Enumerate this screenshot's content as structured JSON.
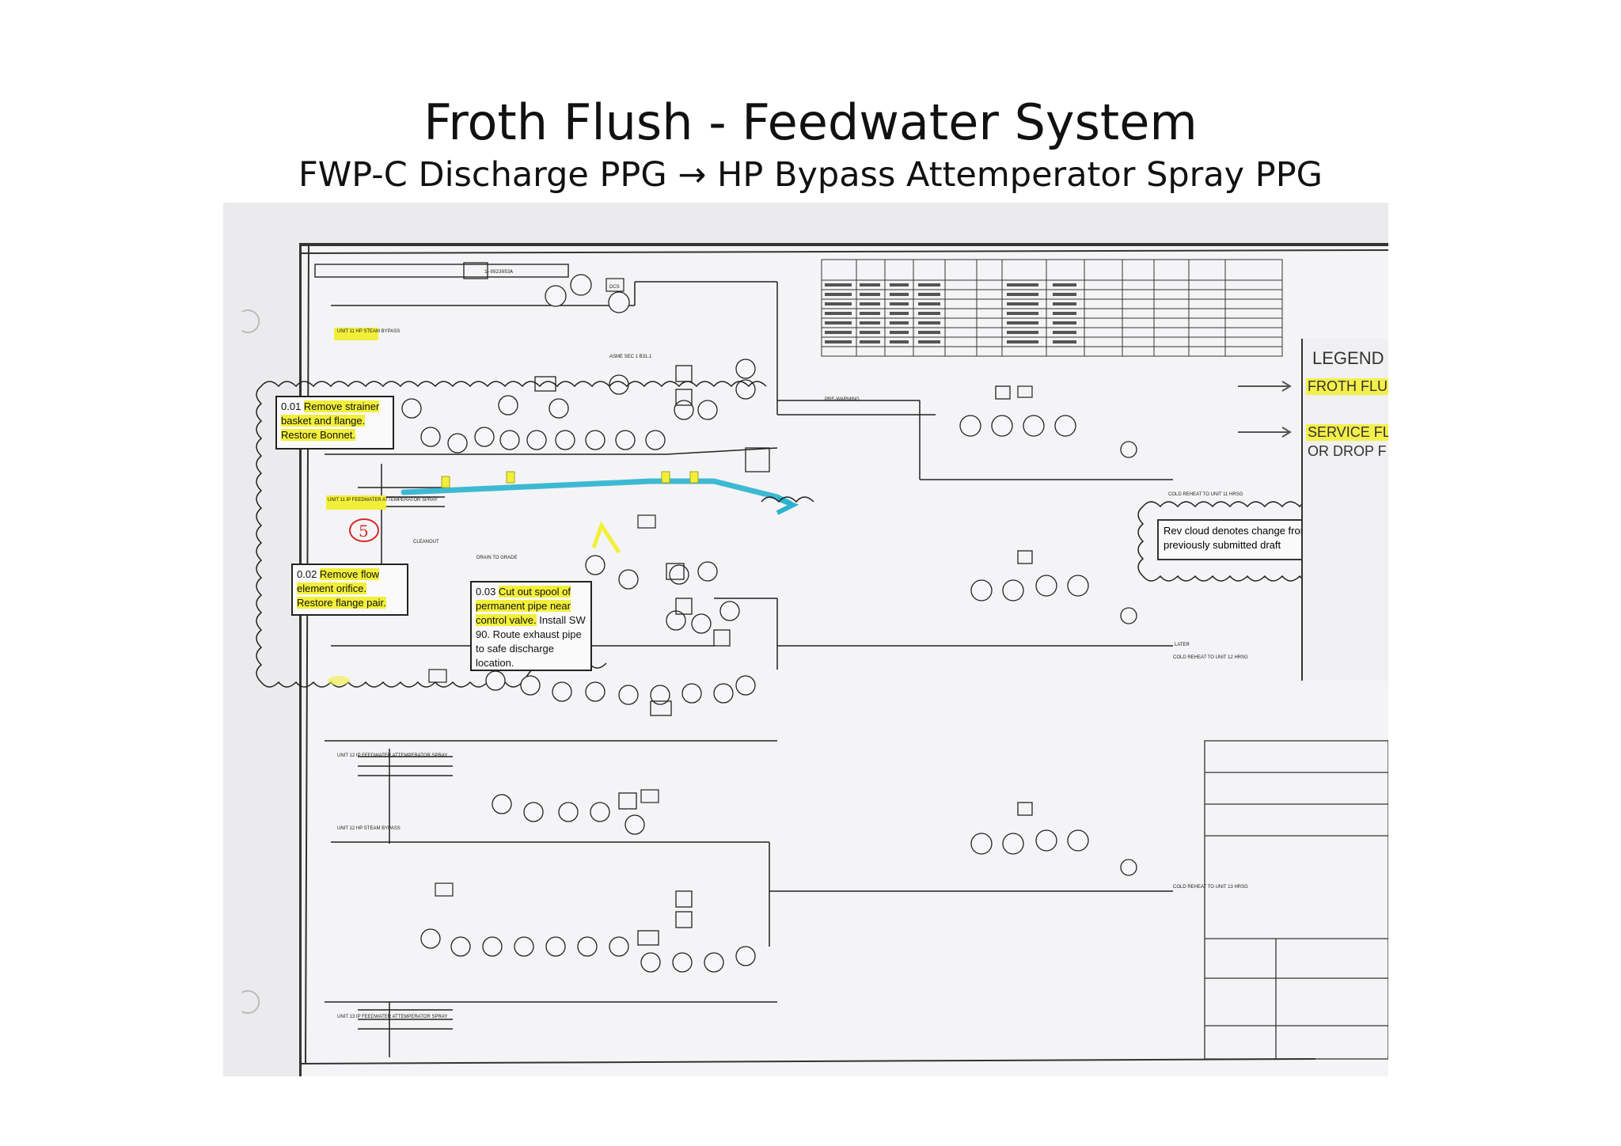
{
  "slide": {
    "title": "Froth Flush - Feedwater System",
    "subtitle": "FWP-C Discharge PPG → HP Bypass Attemperator Spray PPG"
  },
  "notes": {
    "n001_prefix": "0.01 ",
    "n001_highlight": "Remove strainer basket and flange. Restore Bonnet.",
    "n002_prefix": "0.02 ",
    "n002_highlight": "Remove flow element orifice. Restore flange pair.",
    "n003_prefix": "0.03 ",
    "n003_highlight": "Cut out spool of permanent pipe near control valve.",
    "n003_rest": " Install SW 90. Route exhaust pipe to safe discharge location.",
    "rev_cloud": "Rev cloud denotes change from previously submitted draft",
    "handwritten_number": "5"
  },
  "legend": {
    "title": "LEGEND",
    "froth_label": "FROTH FLU",
    "service_label_1": "SERVICE FL",
    "service_label_2": "OR DROP F"
  },
  "drawing": {
    "unit11_steam_bypass": "UNIT 11 HP STEAM BYPASS",
    "unit11_ip_feedwater": "UNIT 11 IP FEEDWATER ATTEMPERATOR SPRAY",
    "unit12_ip_feedwater": "UNIT 12 IP FEEDWATER ATTEMPERATOR SPRAY",
    "unit12_steam_bypass": "UNIT 12 HP STEAM BYPASS",
    "unit13_ip_feedwater": "UNIT 13 IP FEEDWATER ATTEMPERATOR SPRAY",
    "cold_reheat_11": "COLD REHEAT TO UNIT 11 HRSG",
    "cold_reheat_12": "COLD REHEAT TO UNIT 12 HRSG",
    "cold_reheat_13": "COLD REHEAT TO UNIT 13 HRSG",
    "later": "LATER",
    "cleanout": "CLEANOUT",
    "drain_to_grade": "DRAIN TO GRADE",
    "pre_warming": "PRE-WARMING",
    "dcs": "DCS",
    "asme": "ASME SEC 1 B31.1",
    "drawing_number": "1-0923053A"
  },
  "colors": {
    "froth_path": "#2ab3cf",
    "highlight": "#f2ef3a",
    "handwritten": "#d62b2b",
    "ink": "#222222"
  }
}
